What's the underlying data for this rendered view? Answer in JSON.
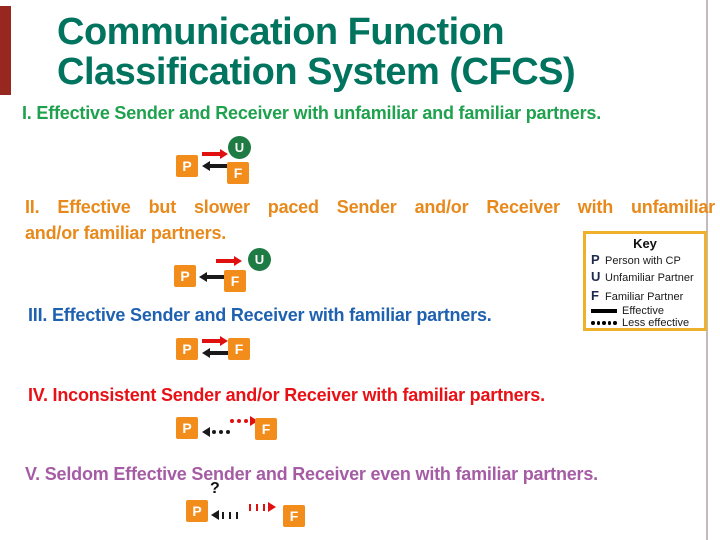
{
  "slide": {
    "title": "Communication Function Classification System (CFCS)",
    "levels": [
      {
        "label": "I. Effective Sender and Receiver with unfamiliar and familiar partners."
      },
      {
        "line1": "II. Effective but slower paced Sender and/or Receiver with unfamiliar",
        "line2": "and/or familiar partners."
      },
      {
        "label": "III. Effective Sender and Receiver with familiar partners."
      },
      {
        "label": "IV. Inconsistent Sender and/or Receiver with familiar partners."
      },
      {
        "label": "V. Seldom Effective Sender and Receiver even with familiar partners."
      }
    ],
    "diagram": {
      "p": "P",
      "u": "U",
      "f": "F",
      "question": "?"
    },
    "key": {
      "title": "Key",
      "symbols": [
        {
          "letter": "P",
          "label": "Person with CP"
        },
        {
          "letter": "U",
          "label": "Unfamiliar Partner"
        },
        {
          "letter": "F",
          "label": "Familiar Partner"
        }
      ],
      "lines": [
        {
          "type": "solid",
          "label": "Effective"
        },
        {
          "type": "dotted",
          "label": "Less effective"
        }
      ]
    },
    "colors": {
      "title": "#00745E",
      "level1": "#1FA14E",
      "level2": "#E8891C",
      "level3": "#1E61B1",
      "level4": "#E81116",
      "level5": "#A55CA5",
      "box_orange": "#F28C1B",
      "circle_green": "#1E7B44",
      "arrow_red": "#E01010",
      "arrow_black": "#1A1A1A",
      "key_border": "#EFB02B",
      "accent_bar": "#96281F"
    }
  }
}
